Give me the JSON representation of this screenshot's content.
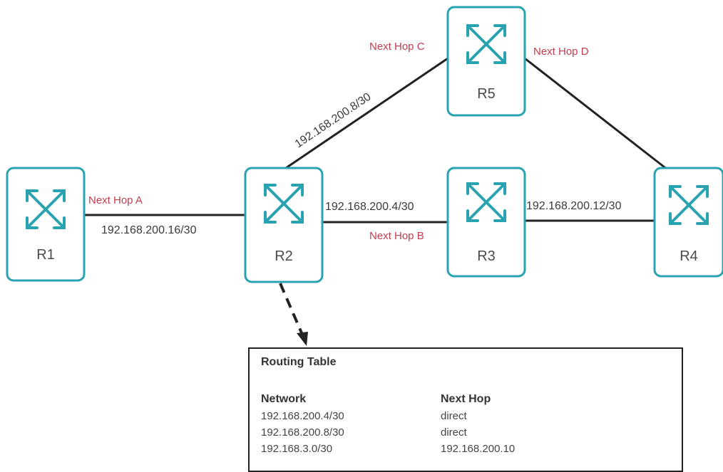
{
  "colors": {
    "router_stroke": "#2aa3b0",
    "link": "#222222",
    "hop_label": "#c43d4f"
  },
  "routers": {
    "r1": {
      "name": "R1",
      "icon": "router-arrows-icon"
    },
    "r2": {
      "name": "R2",
      "icon": "router-arrows-icon"
    },
    "r3": {
      "name": "R3",
      "icon": "router-arrows-icon"
    },
    "r4": {
      "name": "R4",
      "icon": "router-arrows-icon"
    },
    "r5": {
      "name": "R5",
      "icon": "router-arrows-icon"
    }
  },
  "next_hops": {
    "a": "Next Hop A",
    "b": "Next Hop B",
    "c": "Next Hop C",
    "d": "Next Hop D"
  },
  "networks": {
    "r1_r2": "192.168.200.16/30",
    "r2_r3": "192.168.200.4/30",
    "r2_r5": "192.168.200.8/30",
    "r3_r4": "192.168.200.12/30"
  },
  "routing_table": {
    "title": "Routing Table",
    "headers": {
      "network": "Network",
      "next_hop": "Next Hop"
    },
    "rows": [
      {
        "network": "192.168.200.4/30",
        "next_hop": "direct"
      },
      {
        "network": "192.168.200.8/30",
        "next_hop": "direct"
      },
      {
        "network": "192.168.3.0/30",
        "next_hop": "192.168.200.10"
      }
    ]
  }
}
